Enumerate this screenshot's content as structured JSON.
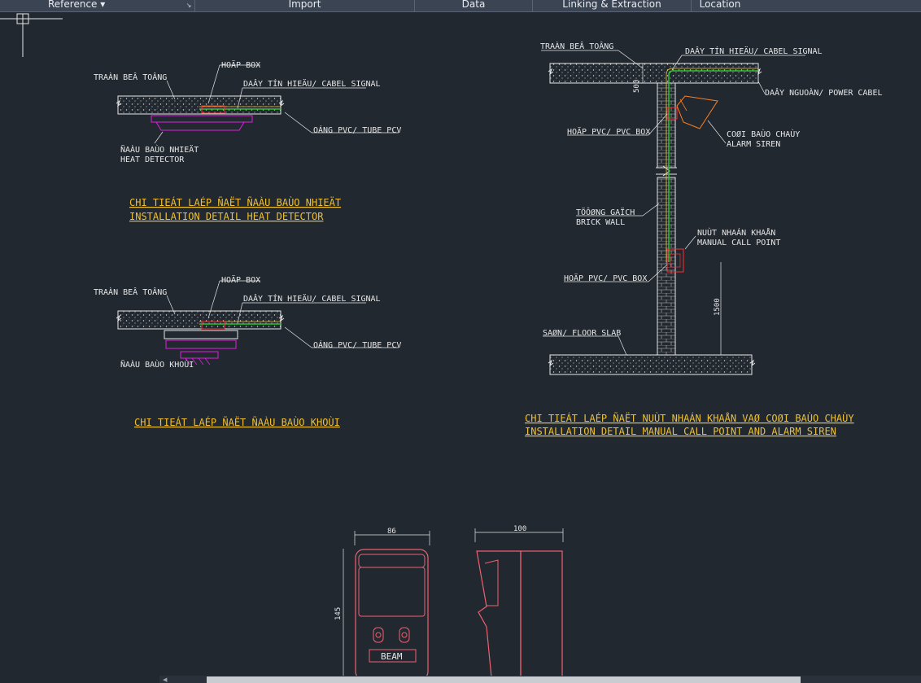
{
  "ribbon": {
    "reference": "Reference",
    "reference_arrow": "▾",
    "launcher": "↘",
    "import": "Import",
    "data": "Data",
    "linking": "Linking & Extraction",
    "location": "Location"
  },
  "drawing": {
    "heat": {
      "ceiling": "TRAÀN BEÂ TOÂNG",
      "box": "HOÄP BOX",
      "signal": "DAÂY TÍN HIEÄU/ CABEL SIGNAL",
      "tube": "OÁNG PVC/ TUBE PCV",
      "detector_vn": "ÑAÀU BAÙO NHIEÄT",
      "detector_en": "HEAT DETECTOR",
      "title_vn": "CHI TIEÁT LAÉP ÑAËT ÑAÀU BAÙO NHIEÄT",
      "title_en": "INSTALLATION DETAIL HEAT DETECTOR"
    },
    "smoke": {
      "ceiling": "TRAÀN BEÂ TOÂNG",
      "box": "HOÄP BOX",
      "signal": "DAÂY TÍN HIEÄU/ CABEL SIGNAL",
      "tube": "OÁNG PVC/ TUBE PCV",
      "detector": "ÑAÀU BAÙO KHOÙI",
      "title": "CHI TIEÁT LAÉP ÑAËT ÑAÀU BAÙO KHOÙI"
    },
    "wall": {
      "ceiling": "TRAÀN BEÂ TOÂNG",
      "signal": "DAÂY TÍN HIEÄU/ CABEL SIGNAL",
      "power": "DAÂY NGUOÀN/ POWER CABEL",
      "dim_500": "500",
      "pvc_box_1": "HOÄP PVC/ PVC BOX",
      "siren_vn": "COØI BAÙO CHAÙY",
      "siren_en": "ALARM SIREN",
      "brick_vn": "TÖÔØNG GAÏCH",
      "brick_en": "BRICK WALL",
      "callpoint_vn": "NUÙT NHAÁN KHAÅN",
      "callpoint_en": "MANUAL CALL POINT",
      "pvc_box_2": "HOÄP PVC/ PVC BOX",
      "dim_1500": "1500",
      "floor": "SAØN/ FLOOR SLAB",
      "title_vn": "CHI TIEÁT LAÉP ÑAËT NUÙT NHAÁN KHAÅN VAØ COØI BAÙO CHAÙY",
      "title_en": "INSTALLATION DETAIL MANUAL CALL POINT AND ALARM SIREN"
    },
    "beam": {
      "dim_width": "86",
      "dim_depth": "100",
      "dim_height": "145",
      "label": "BEAM"
    }
  },
  "colors": {
    "background": "#212830",
    "text": "#e6e6e6",
    "title": "#f0c030",
    "magenta": "#e020e0",
    "red": "#ff3030",
    "green": "#30c030",
    "orange": "#ff8020",
    "pink": "#f06070"
  }
}
